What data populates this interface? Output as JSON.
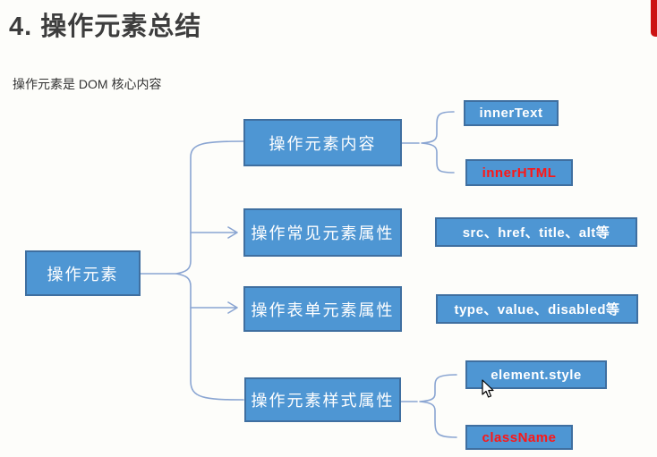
{
  "page": {
    "title": "4. 操作元素总结",
    "subtitle": "操作元素是 DOM 核心内容"
  },
  "colors": {
    "node_fill": "#4e96d3",
    "node_border": "#3f6fa0",
    "connector_line": "#8aa5d2",
    "white_label": "#ffffff",
    "red_label": "#fe1616",
    "title_text": "#3d3d3d",
    "corner_tab": "#cc1313",
    "background": "#fdfdfa"
  },
  "diagram": {
    "root": {
      "label": "操作元素"
    },
    "branches": [
      {
        "label": "操作元素内容",
        "children": [
          {
            "label": "innerText"
          },
          {
            "label": "innerHTML"
          }
        ]
      },
      {
        "label": "操作常见元素属性",
        "children": [
          {
            "label": "src、href、title、alt等"
          }
        ]
      },
      {
        "label": "操作表单元素属性",
        "children": [
          {
            "label": "type、value、disabled等"
          }
        ]
      },
      {
        "label": "操作元素样式属性",
        "children": [
          {
            "label": "element.style"
          },
          {
            "label": "className"
          }
        ]
      }
    ]
  },
  "icons": {
    "cursor": "mouse-pointer"
  }
}
